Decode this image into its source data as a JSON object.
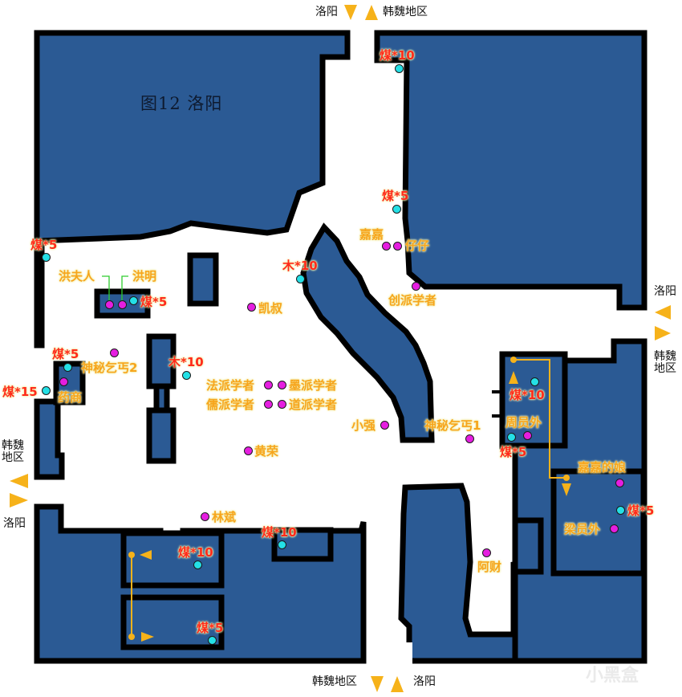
{
  "map": {
    "title": "图12 洛阳",
    "colors": {
      "building": "#2b5a94",
      "npc_dot": "#e51ee0",
      "resource_dot": "#24e0e6",
      "npc_text": "#f7a51c",
      "resource_text": "#ff2a1a",
      "arrow": "#f6b21a"
    },
    "exits": {
      "top_left": "洛阳",
      "top_right": "韩魏地区",
      "right_top": "洛阳",
      "right_bottom": "韩魏地区",
      "left_top": "韩魏地区",
      "left_bottom": "洛阳",
      "bottom_left": "韩魏地区",
      "bottom_right": "洛阳"
    },
    "npcs": [
      {
        "name": "洪夫人"
      },
      {
        "name": "洪明"
      },
      {
        "name": "凯叔"
      },
      {
        "name": "神秘乞丐2"
      },
      {
        "name": "药商"
      },
      {
        "name": "法派学者"
      },
      {
        "name": "墨派学者"
      },
      {
        "name": "儒派学者"
      },
      {
        "name": "道派学者"
      },
      {
        "name": "黄荣"
      },
      {
        "name": "林斌"
      },
      {
        "name": "小强"
      },
      {
        "name": "嘉嘉"
      },
      {
        "name": "仔仔"
      },
      {
        "name": "创派学者"
      },
      {
        "name": "神秘乞丐1"
      },
      {
        "name": "周员外"
      },
      {
        "name": "嘉嘉的娘"
      },
      {
        "name": "梁员外"
      },
      {
        "name": "阿财"
      }
    ],
    "resources": [
      {
        "label": "煤*10"
      },
      {
        "label": "煤*5"
      },
      {
        "label": "煤*5"
      },
      {
        "label": "木*10"
      },
      {
        "label": "煤*5"
      },
      {
        "label": "煤*5"
      },
      {
        "label": "煤*15"
      },
      {
        "label": "木*10"
      },
      {
        "label": "煤*10"
      },
      {
        "label": "煤*5"
      },
      {
        "label": "煤*5"
      },
      {
        "label": "煤*10"
      },
      {
        "label": "煤*10"
      },
      {
        "label": "煤*5"
      }
    ],
    "watermark": "小黑盒"
  }
}
